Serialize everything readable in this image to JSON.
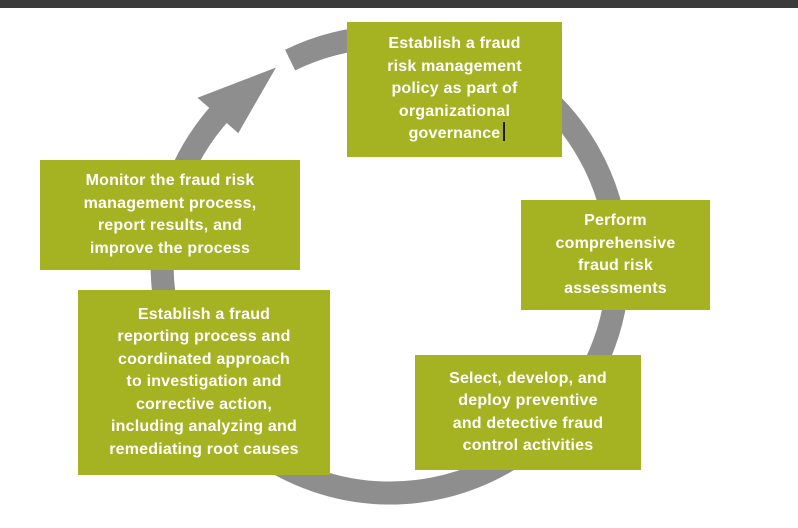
{
  "colors": {
    "step_green": "#a5b323",
    "arrow_gray": "#8e8e8e",
    "top_bar_dark": "#3b3b3b",
    "step_text": "#ffffff"
  },
  "diagram": {
    "name": "fraud-risk-management-cycle",
    "steps": [
      {
        "id": "policy",
        "label": "Establish a fraud\nrisk management\npolicy as part of\norganizational\ngovernance"
      },
      {
        "id": "assessments",
        "label": "Perform\ncomprehensive\nfraud risk\nassessments"
      },
      {
        "id": "controls",
        "label": "Select, develop, and\ndeploy preventive\nand detective fraud\ncontrol activities"
      },
      {
        "id": "reporting",
        "label": "Establish a fraud\nreporting process and\ncoordinated approach\nto investigation and\ncorrective action,\nincluding analyzing and\nremediating root causes"
      },
      {
        "id": "monitoring",
        "label": "Monitor the fraud risk\nmanagement process,\nreport results, and\nimprove the process"
      }
    ]
  }
}
